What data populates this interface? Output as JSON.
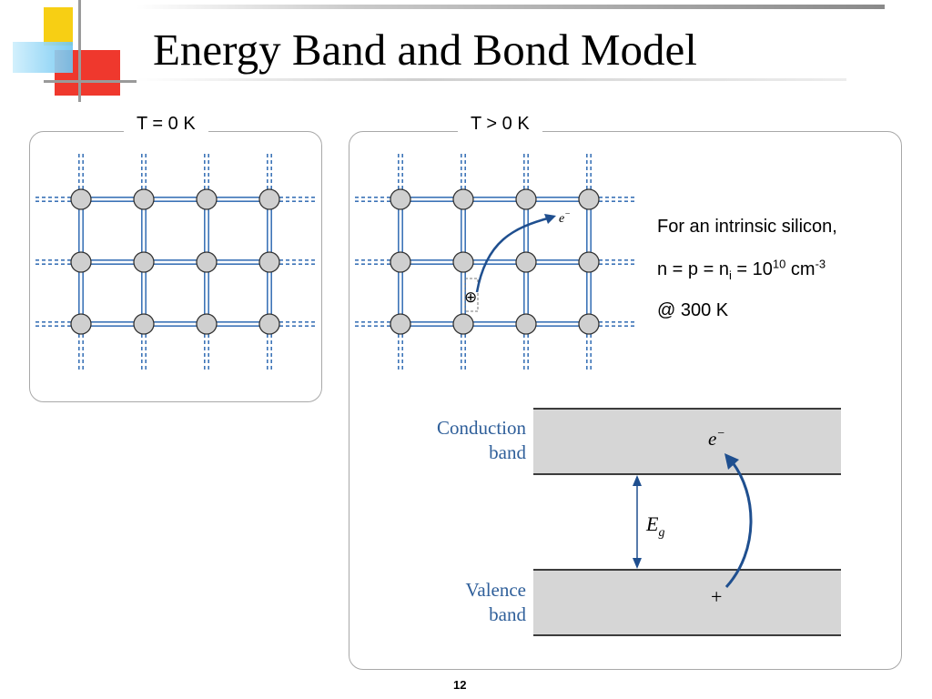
{
  "slide": {
    "title": "Energy Band and Bond Model",
    "page_number": "12"
  },
  "panels": {
    "left": {
      "label": "T = 0 K"
    },
    "right": {
      "label": "T > 0 K"
    }
  },
  "lattice": {
    "electron_label": "e",
    "electron_sup": "−",
    "hole_symbol": "⊕"
  },
  "info": {
    "line1": "For an intrinsic silicon,",
    "line2_prefix": "n = p = n",
    "line2_sub": "i",
    "line2_mid": " = 10",
    "line2_sup": "10",
    "line2_unit": " cm",
    "line2_unit_sup": "-3",
    "line3": "@ 300 K"
  },
  "band_diagram": {
    "conduction_label_1": "Conduction",
    "conduction_label_2": "band",
    "valence_label_1": "Valence",
    "valence_label_2": "band",
    "gap_label": "E",
    "gap_sub": "g",
    "electron_label": "e",
    "electron_sup": "−",
    "hole_label": "+"
  },
  "colors": {
    "bond_blue": "#3d74b8",
    "arrow_blue": "#1f4f8f",
    "atom_fill": "#cfcfcf",
    "band_fill": "#d6d6d6",
    "deco_yellow": "#f7cf14",
    "deco_red": "#ee2d22",
    "deco_blue": "#6ec6f2"
  }
}
